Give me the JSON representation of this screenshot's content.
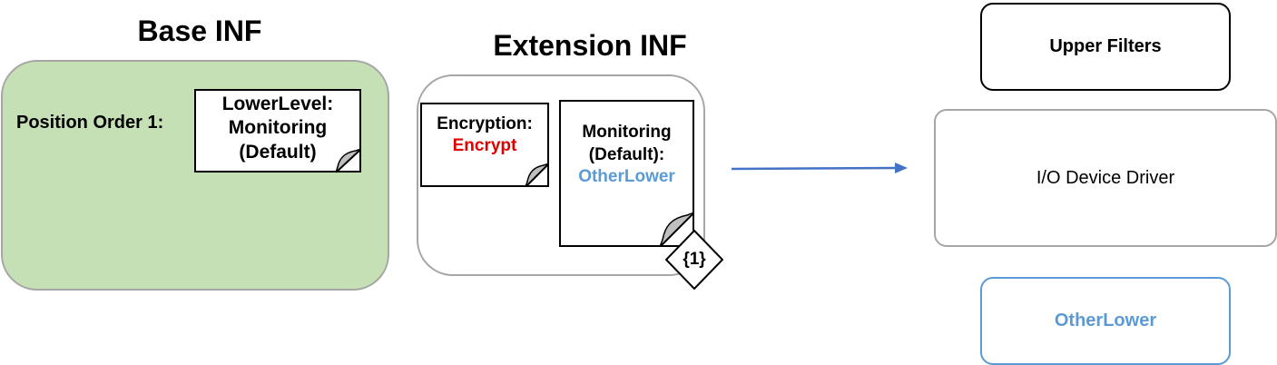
{
  "base_inf": {
    "title": "Base INF",
    "position_label": "Position Order 1:",
    "note_lines": [
      "LowerLevel:",
      "Monitoring",
      "(Default)"
    ],
    "fill_color": "#c5e0b4"
  },
  "extension_inf": {
    "title": "Extension INF",
    "encryption_note": {
      "label": "Encryption:",
      "value": "Encrypt",
      "value_color": "#e00000"
    },
    "monitoring_note": {
      "lines": [
        "Monitoring",
        "(Default):"
      ],
      "value": "OtherLower",
      "value_color": "#5b9bd5"
    },
    "marker": "{1}"
  },
  "driver_stack": {
    "upper_filters": "Upper Filters",
    "device_driver": "I/O Device Driver",
    "other_lower": "OtherLower",
    "other_lower_color": "#5b9bd5"
  },
  "arrow_color": "#4472c4"
}
